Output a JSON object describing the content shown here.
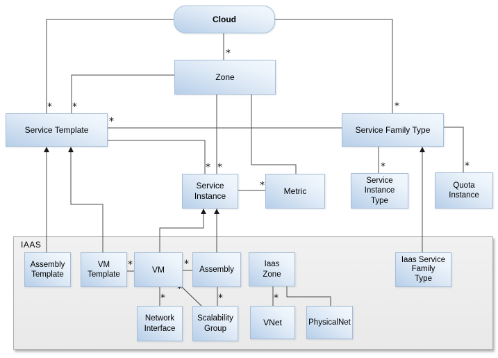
{
  "multiplicity": "*",
  "container": {
    "label": "IAAS"
  },
  "nodes": {
    "cloud": {
      "label": "Cloud"
    },
    "zone": {
      "label": "Zone"
    },
    "service_template": {
      "label": "Service Template"
    },
    "service_family_type": {
      "label": "Service Family Type"
    },
    "service_instance": {
      "label": "Service\nInstance"
    },
    "metric": {
      "label": "Metric"
    },
    "service_instance_type": {
      "label": "Service\nInstance\nType"
    },
    "quota_instance": {
      "label": "Quota\nInstance"
    },
    "assembly_template": {
      "label": "Assembly\nTemplate"
    },
    "vm_template": {
      "label": "VM\nTemplate"
    },
    "vm": {
      "label": "VM"
    },
    "assembly": {
      "label": "Assembly"
    },
    "iaas_zone": {
      "label": "Iaas\nZone"
    },
    "iaas_service_family_type": {
      "label": "Iaas Service\nFamily\nType"
    },
    "network_interface": {
      "label": "Network\nInterface"
    },
    "scalability_group": {
      "label": "Scalability\nGroup"
    },
    "vnet": {
      "label": "VNet"
    },
    "physicalnet": {
      "label": "PhysicalNet"
    }
  },
  "edges": [
    {
      "from": "Cloud",
      "to": "Service Template",
      "end_label": "*",
      "arrow": false
    },
    {
      "from": "Zone",
      "to": "Service Template",
      "end_label": "*",
      "arrow": false
    },
    {
      "from": "Cloud",
      "to": "Zone",
      "end_label": "*",
      "arrow": false
    },
    {
      "from": "Cloud",
      "to": "Service Family Type",
      "end_label": "*",
      "arrow": false
    },
    {
      "from": "Service Template",
      "to": "Service Family Type",
      "end_label": "*",
      "arrow": false
    },
    {
      "from": "Service Template",
      "to": "Service Instance",
      "end_label": "*",
      "arrow": false
    },
    {
      "from": "Zone",
      "to": "Service Instance",
      "end_label": "*",
      "arrow": false
    },
    {
      "from": "Zone",
      "to": "Metric",
      "end_label": "",
      "arrow": false
    },
    {
      "from": "Service Instance",
      "to": "Metric",
      "end_label": "*",
      "arrow": false
    },
    {
      "from": "Service Family Type",
      "to": "Service Instance Type",
      "end_label": "*",
      "arrow": false
    },
    {
      "from": "Service Family Type",
      "to": "Quota Instance",
      "end_label": "*",
      "arrow": false
    },
    {
      "from": "Assembly Template",
      "to": "Service Template",
      "end_label": "",
      "arrow": true
    },
    {
      "from": "VM Template",
      "to": "Service Template",
      "end_label": "",
      "arrow": true
    },
    {
      "from": "VM",
      "to": "Service Instance",
      "end_label": "",
      "arrow": true
    },
    {
      "from": "Assembly",
      "to": "Service Instance",
      "end_label": "",
      "arrow": true
    },
    {
      "from": "Iaas Service Family Type",
      "to": "Service Family Type",
      "end_label": "",
      "arrow": true
    },
    {
      "from": "VM Template",
      "to": "VM",
      "end_label": "*",
      "arrow": false
    },
    {
      "from": "VM",
      "to": "Assembly",
      "end_label": "*",
      "arrow": false
    },
    {
      "from": "VM",
      "to": "Network Interface",
      "end_label": "*",
      "arrow": false
    },
    {
      "from": "VM",
      "to": "Scalability Group",
      "end_label": "*",
      "arrow": false
    },
    {
      "from": "Assembly",
      "to": "Scalability Group",
      "end_label": "*",
      "arrow": false
    },
    {
      "from": "Iaas Zone",
      "to": "VNet",
      "end_label": "*",
      "arrow": false
    },
    {
      "from": "Iaas Zone",
      "to": "PhysicalNet",
      "end_label": "",
      "arrow": false
    }
  ],
  "colors": {
    "node_fill_dark": "#b7cfe9",
    "node_fill_light": "#f3f8fd",
    "node_border": "#a6bdd7",
    "line": "#4a4a4a",
    "container_fill": "#ececec",
    "container_border": "#b0b0b0"
  }
}
